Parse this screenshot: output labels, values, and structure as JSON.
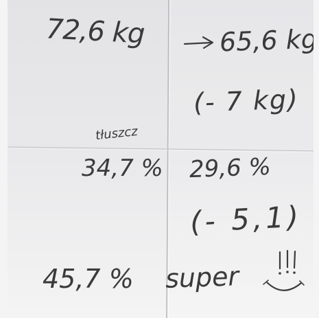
{
  "note": {
    "weight_start": "72,6 kg",
    "weight_end": "65,6 kg",
    "weight_diff": "(- 7 kg)",
    "fat_label": "tłuszcz",
    "fat_start": "34,7 %",
    "fat_end": "29,6 %",
    "fat_diff": "(- 5,1) %",
    "muscle": "45,7 %",
    "comment": "super"
  },
  "icons": {
    "arrow": "arrow-right-icon",
    "exclamations": "triple-exclamation-icon",
    "smile": "smiley-mouth-icon"
  },
  "colors": {
    "paper_top": "#e6e6e8",
    "paper_bottom": "#f3f3f3",
    "ink": "#3c3c3c",
    "background": "#f4f4f4"
  }
}
